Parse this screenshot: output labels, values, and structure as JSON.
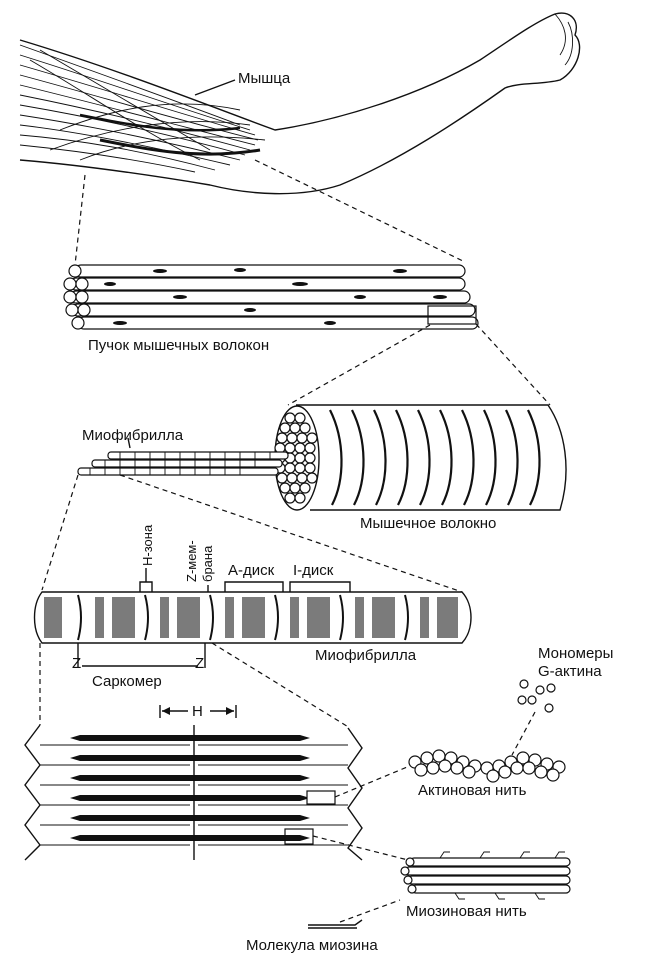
{
  "labels": {
    "muscle": "Мышца",
    "fiber_bundle": "Пучок мышечных волокон",
    "myofibril_top": "Миофибрилла",
    "muscle_fiber": "Мышечное волокно",
    "h_zone_line1": "H-зона",
    "z_membrane_line1": "Z-мем-",
    "z_membrane_line2": "брана",
    "a_disc": "А-диск",
    "i_disc": "I-диск",
    "myofibril_mid": "Миофибрилла",
    "z_left": "Z",
    "z_right": "Z",
    "sarcomere": "Саркомер",
    "h_marker": "H",
    "monomers_line1": "Мономеры",
    "monomers_line2": "G-актина",
    "actin_filament": "Актиновая нить",
    "myosin_filament": "Миозиновая нить",
    "myosin_molecule": "Молекула миозина"
  }
}
